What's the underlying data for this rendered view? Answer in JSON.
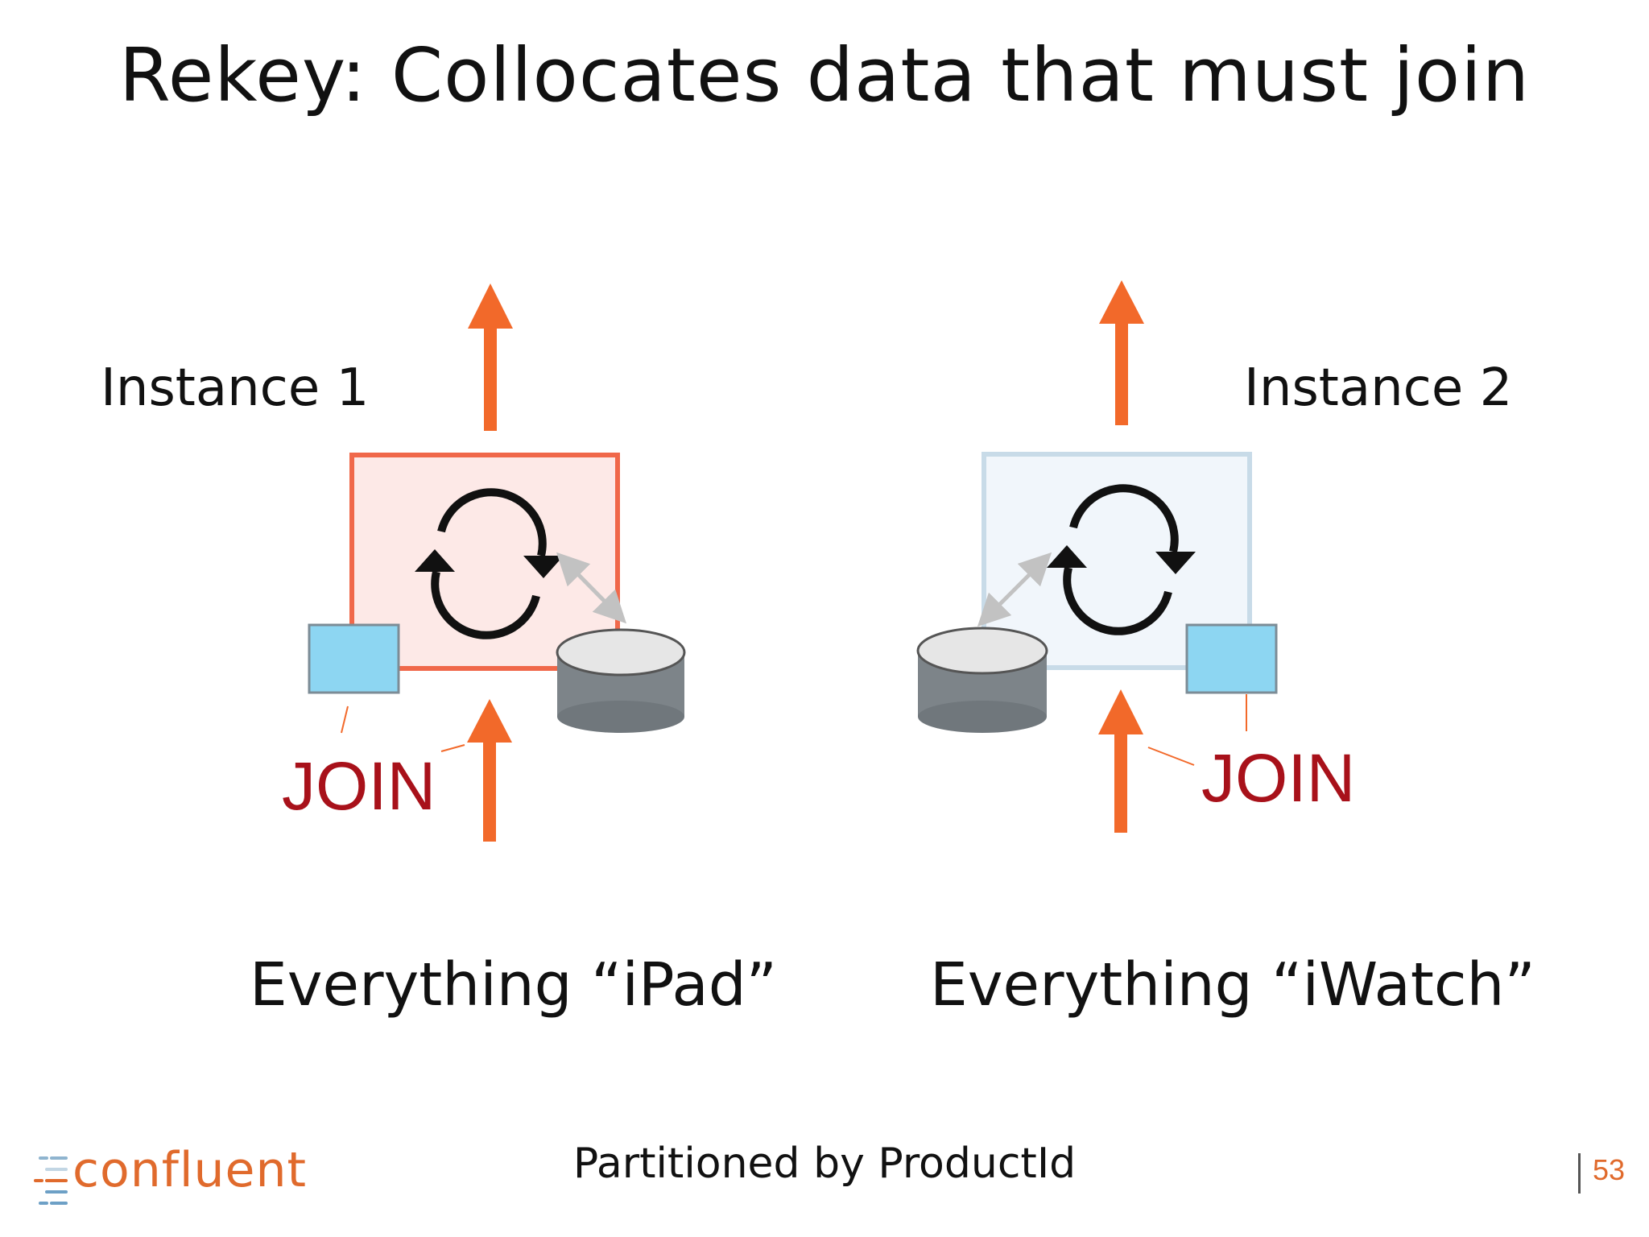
{
  "title": "Rekey: Collocates data that must join",
  "instances": [
    {
      "label": "Instance 1",
      "join_label": "JOIN",
      "caption": "Everything “iPad”",
      "box_color": "#fde9e7",
      "border_color": "#f0684a"
    },
    {
      "label": "Instance 2",
      "join_label": "JOIN",
      "caption": "Everything “iWatch”",
      "box_color": "#f1f6fb",
      "border_color": "#c8dbe8"
    }
  ],
  "footer": "Partitioned  by ProductId",
  "logo_text": "confluent",
  "page_number": "53",
  "colors": {
    "arrow": "#f2692a",
    "join": "#a8111a",
    "store": "#7d8489",
    "stream_box": "#8dd6f2",
    "brand": "#e06a2c"
  }
}
